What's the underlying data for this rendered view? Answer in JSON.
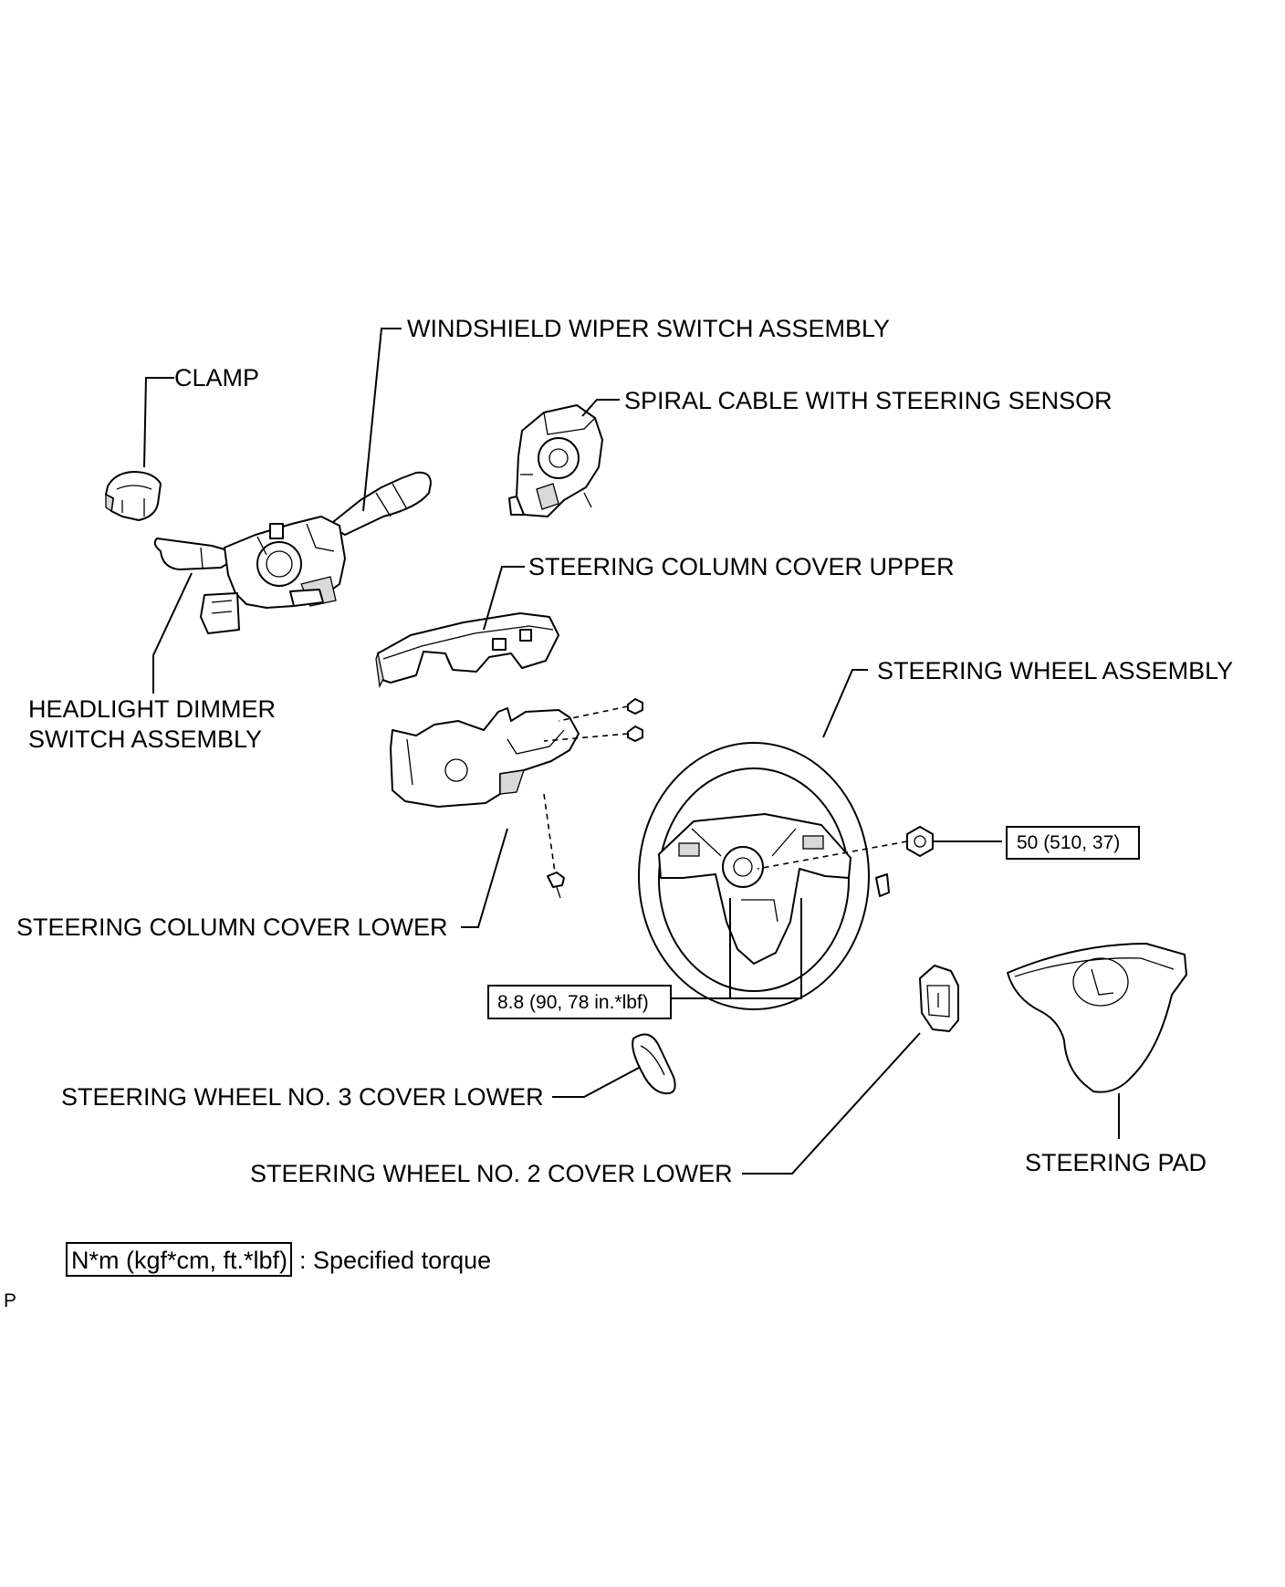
{
  "diagram": {
    "labels": {
      "windshield_wiper_switch": "WINDSHIELD WIPER SWITCH ASSEMBLY",
      "clamp": "CLAMP",
      "spiral_cable": "SPIRAL CABLE WITH STEERING SENSOR",
      "column_cover_upper": "STEERING COLUMN COVER UPPER",
      "steering_wheel_assembly": "STEERING WHEEL ASSEMBLY",
      "headlight_dimmer_line1": "HEADLIGHT DIMMER",
      "headlight_dimmer_line2": "SWITCH ASSEMBLY",
      "column_cover_lower": "STEERING COLUMN COVER LOWER",
      "wheel_no3_cover_lower": "STEERING WHEEL NO. 3 COVER LOWER",
      "wheel_no2_cover_lower": "STEERING WHEEL NO. 2 COVER LOWER",
      "steering_pad": "STEERING PAD"
    },
    "torques": {
      "wheel_nut": "50 (510, 37)",
      "wheel_screws": "8.8 (90, 78 in.*lbf)"
    },
    "legend": {
      "unit_box": "N*m (kgf*cm, ft.*lbf)",
      "description": ": Specified torque"
    },
    "corner_mark": "P"
  }
}
